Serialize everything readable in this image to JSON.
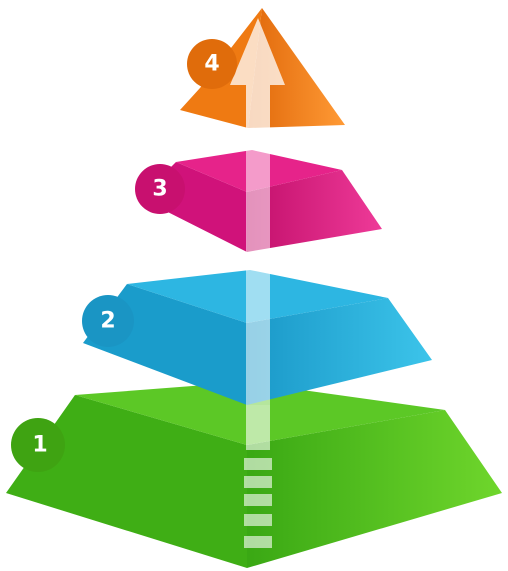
{
  "pyramid": {
    "levels": [
      {
        "number": "1",
        "color": "#4cbf1c",
        "dark": "#2e8f0b",
        "light": "#7ddf3a",
        "badge": "#3fa312"
      },
      {
        "number": "2",
        "color": "#1fa9d6",
        "dark": "#117fa6",
        "light": "#4cc9ec",
        "badge": "#1a95c4"
      },
      {
        "number": "3",
        "color": "#e0147f",
        "dark": "#a70c5c",
        "light": "#f04aa2",
        "badge": "#c8106f"
      },
      {
        "number": "4",
        "color": "#f47d12",
        "dark": "#c85a06",
        "light": "#ffa344",
        "badge": "#e06c0b"
      }
    ],
    "arrow_color": "#ffffff"
  }
}
